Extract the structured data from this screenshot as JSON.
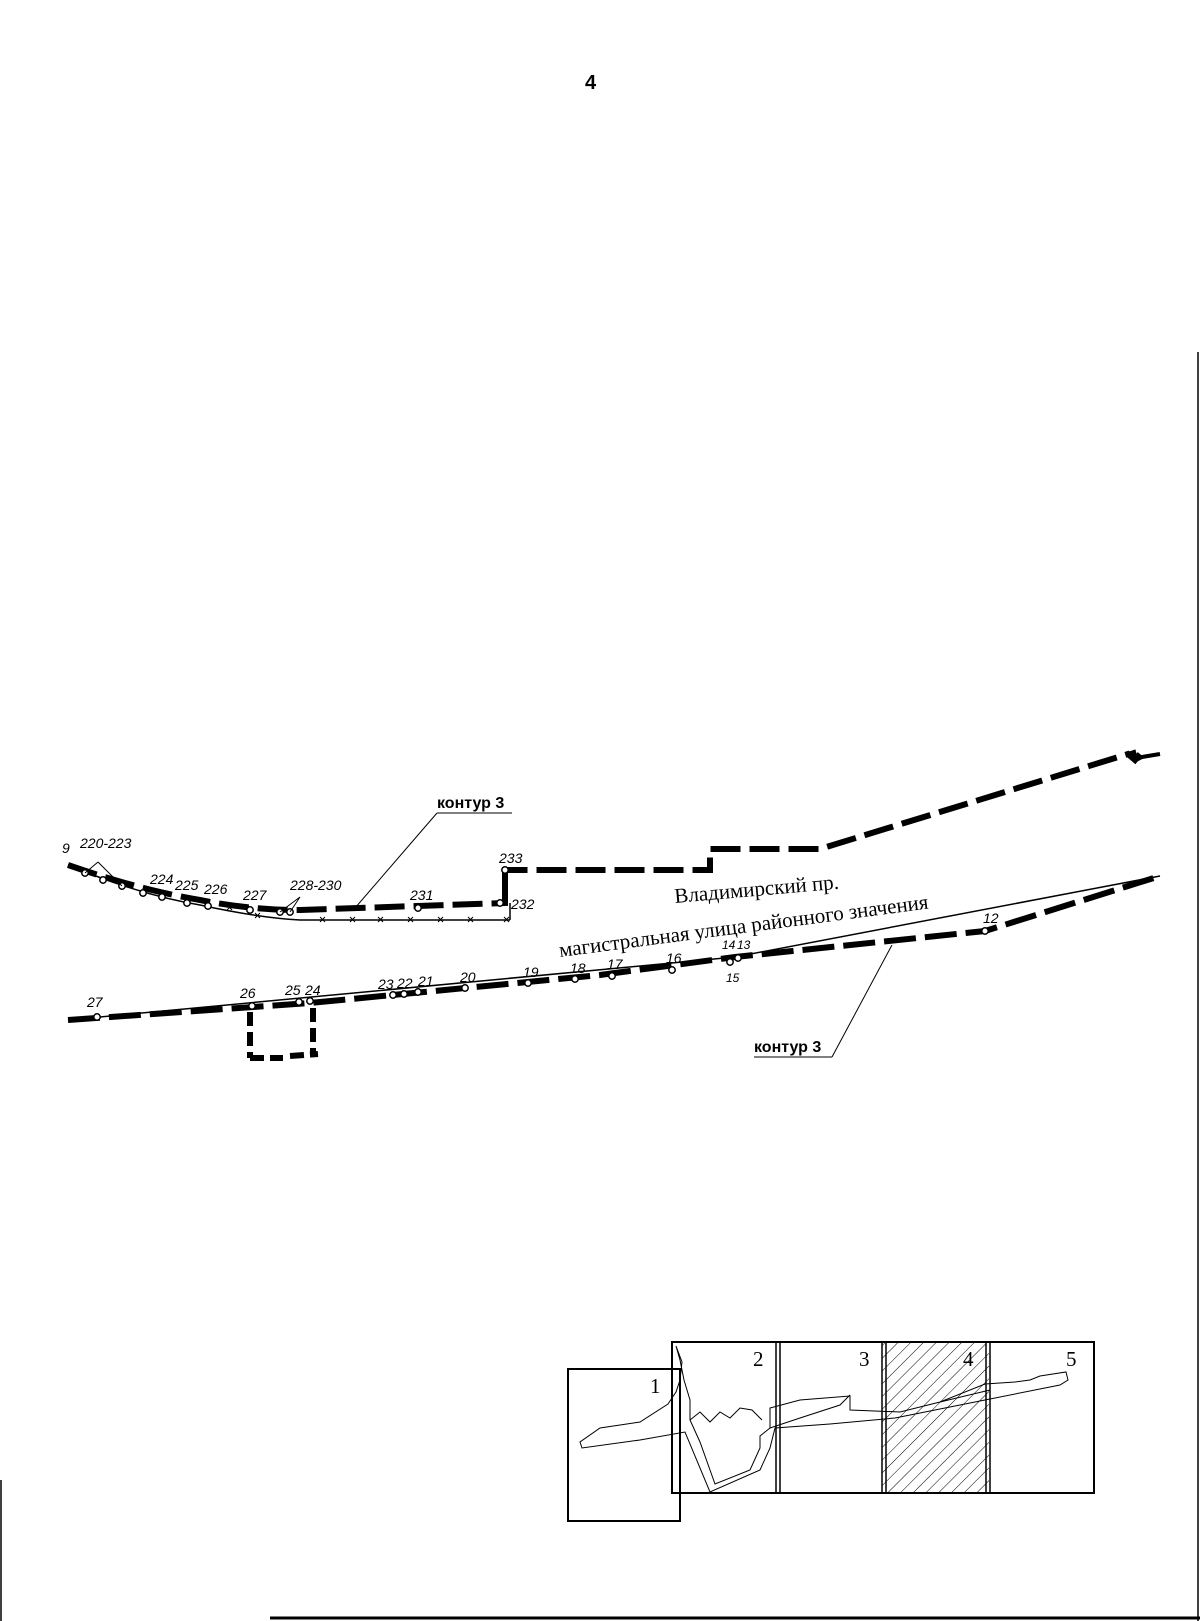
{
  "page": {
    "number": "4"
  },
  "map": {
    "contour_label_top": "контур 3",
    "contour_label_bottom": "контур 3",
    "street_name": "Владимирский пр.",
    "street_type": "магистральная улица районного значения",
    "upper_points": [
      {
        "id": "p9",
        "label": "9"
      },
      {
        "id": "p220",
        "label": "220-223"
      },
      {
        "id": "p224",
        "label": "224"
      },
      {
        "id": "p225",
        "label": "225"
      },
      {
        "id": "p226",
        "label": "226"
      },
      {
        "id": "p227",
        "label": "227"
      },
      {
        "id": "p228",
        "label": "228-230"
      },
      {
        "id": "p231",
        "label": "231"
      },
      {
        "id": "p232",
        "label": "232"
      },
      {
        "id": "p233",
        "label": "233"
      }
    ],
    "lower_points": [
      {
        "id": "p27",
        "label": "27"
      },
      {
        "id": "p26",
        "label": "26"
      },
      {
        "id": "p25",
        "label": "25"
      },
      {
        "id": "p24",
        "label": "24"
      },
      {
        "id": "p23",
        "label": "23"
      },
      {
        "id": "p22",
        "label": "22"
      },
      {
        "id": "p21",
        "label": "21"
      },
      {
        "id": "p20",
        "label": "20"
      },
      {
        "id": "p19",
        "label": "19"
      },
      {
        "id": "p18",
        "label": "18"
      },
      {
        "id": "p17",
        "label": "17"
      },
      {
        "id": "p16",
        "label": "16"
      },
      {
        "id": "p14",
        "label": "14"
      },
      {
        "id": "p13",
        "label": "13"
      },
      {
        "id": "p15",
        "label": "15"
      },
      {
        "id": "p12",
        "label": "12"
      }
    ]
  },
  "index_map": {
    "sheets": [
      "1",
      "2",
      "3",
      "4",
      "5"
    ],
    "current_sheet": "4"
  }
}
